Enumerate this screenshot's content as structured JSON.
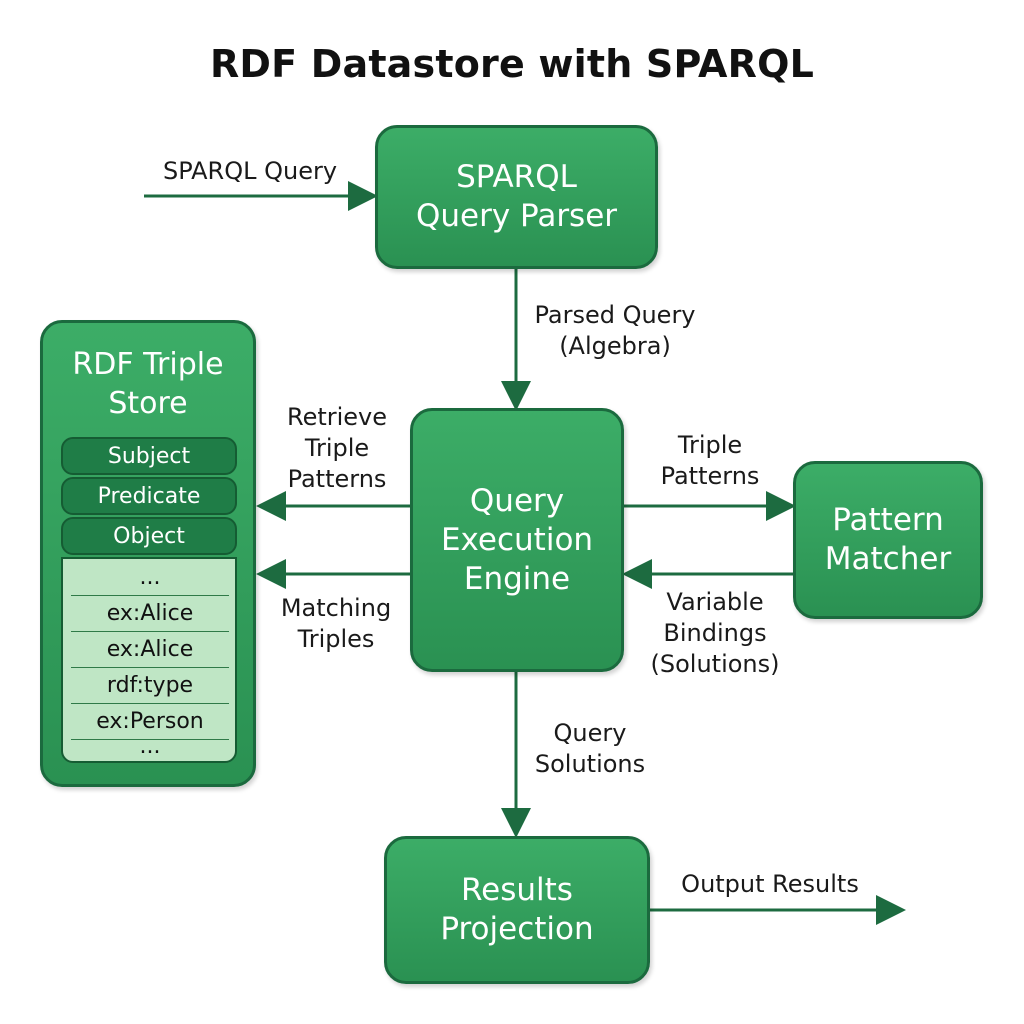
{
  "title": "RDF Datastore with SPARQL",
  "nodes": {
    "parser": "SPARQL\nQuery Parser",
    "engine": "Query\nExecution\nEngine",
    "matcher": "Pattern\nMatcher",
    "projection": "Results\nProjection"
  },
  "store": {
    "title": "RDF Triple\nStore",
    "fields": [
      "Subject",
      "Predicate",
      "Object"
    ],
    "rows": [
      "...",
      "ex:Alice",
      "ex:Alice",
      "rdf:type",
      "ex:Person",
      "..."
    ]
  },
  "edges": {
    "sparql_query": "SPARQL Query",
    "parsed_query": "Parsed Query\n(Algebra)",
    "retrieve": "Retrieve\nTriple\nPatterns",
    "matching": "Matching\nTriples",
    "triple_patterns": "Triple\nPatterns",
    "bindings": "Variable\nBindings\n(Solutions)",
    "query_solutions": "Query\nSolutions",
    "output": "Output Results"
  },
  "colors": {
    "box_fill": "#2f9b59",
    "box_border": "#1b6a3e",
    "field_fill": "#1f7d47",
    "rows_fill": "#bfe6c5",
    "arrow": "#1d6b40"
  }
}
